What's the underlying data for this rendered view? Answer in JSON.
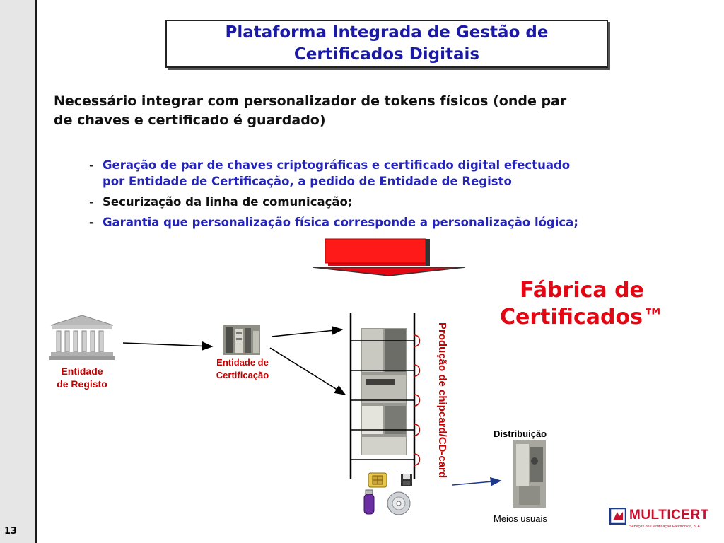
{
  "slide": {
    "page_number": "13",
    "title_line1": "Plataforma Integrada de Gestão de",
    "title_line2": "Certificados Digitais",
    "intro_line1": "Necessário integrar com personalizador de tokens físicos (onde par",
    "intro_line2": "de chaves e certificado é guardado)",
    "bullets": [
      {
        "dash": "-",
        "line1": "Geração de par de chaves criptográficas e certificado digital efectuado",
        "line2": "por Entidade de Certificação, a pedido de Entidade de Registo"
      },
      {
        "dash": "-",
        "line1": "Securização da linha de comunicação;"
      },
      {
        "dash": "-",
        "line1": "Garantia que personalização física corresponde a personalização lógica;"
      }
    ]
  },
  "diagram": {
    "fabrica_line1": "Fábrica de",
    "fabrica_line2": "Certificados™",
    "registo_line1": "Entidade",
    "registo_line2": "de Registo",
    "certificacao_line1": "Entidade de",
    "certificacao_line2": "Certificação",
    "producao": "Produção de chipcard/CD-card",
    "distribuicao": "Distribuição",
    "meios": "Meios usuais"
  },
  "logo": {
    "name": "MULTICERT",
    "subtitle": "Serviços de Certificação Electrónica, S.A."
  },
  "colors": {
    "title_blue": "#1a1aa6",
    "bullet_blue": "#2424b8",
    "accent_red": "#e30613",
    "label_red": "#c40000"
  }
}
